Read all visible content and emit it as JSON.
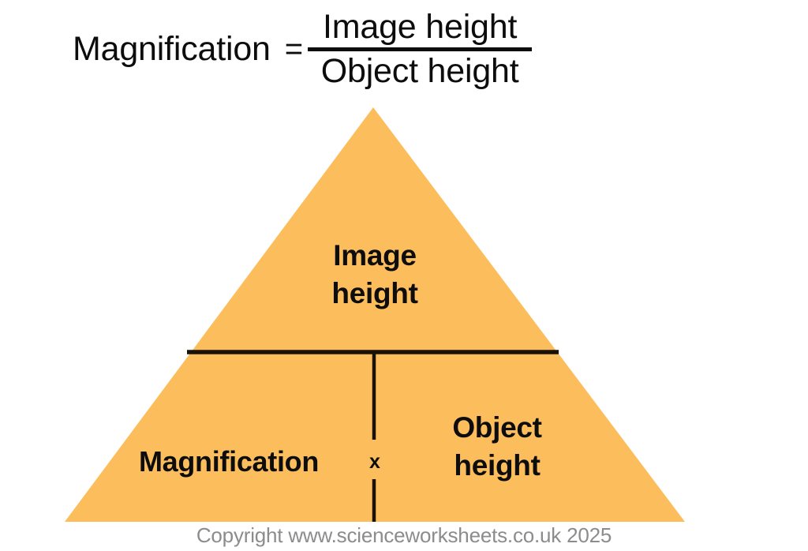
{
  "formula": {
    "left_side": "Magnification",
    "equals": "=",
    "numerator": "Image height",
    "denominator": "Object height"
  },
  "triangle": {
    "top_label": "Image\nheight",
    "bottom_left_label": "Magnification",
    "multiply_symbol": "x",
    "bottom_right_label": "Object\nheight",
    "fill_color": "#fcbe5c",
    "divider_color": "#1a1208"
  },
  "footer": {
    "copyright": "Copyright www.scienceworksheets.co.uk 2025",
    "color": "#8c8c8c"
  }
}
